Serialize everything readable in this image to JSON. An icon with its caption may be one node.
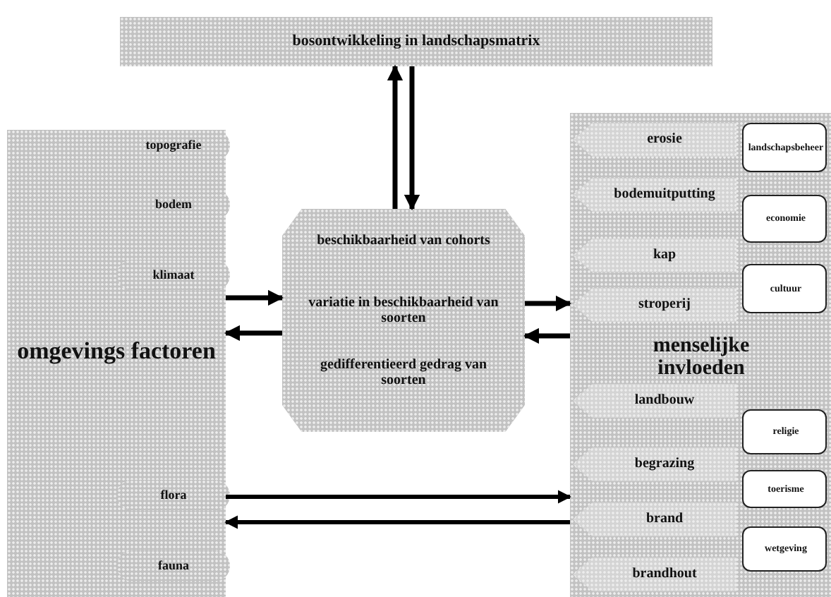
{
  "diagram": {
    "nodes": [
      {
        "text": [
          "bosontwikkeling in landschapsmatrix"
        ]
      },
      {
        "text": [
          "omgevings factoren"
        ]
      },
      {
        "text": [
          "topografie"
        ],
        "in": 1
      },
      {
        "text": [
          "bodem"
        ],
        "in": 1
      },
      {
        "text": [
          "klimaat"
        ],
        "in": 1
      },
      {
        "text": [
          "flora"
        ],
        "in": 1
      },
      {
        "text": [
          "fauna"
        ],
        "in": 1
      },
      {
        "text": [
          "beschikbaarheid van cohorts",
          "variatie in beschikbaarheid van soorten",
          "gedifferentieerd gedrag van soorten"
        ]
      },
      {
        "text": [
          "menselijke invloeden"
        ]
      },
      {
        "text": [
          "erosie"
        ],
        "in": 8
      },
      {
        "text": [
          "bodemuitputting"
        ],
        "in": 8
      },
      {
        "text": [
          "kap"
        ],
        "in": 8
      },
      {
        "text": [
          "stroperij"
        ],
        "in": 8
      },
      {
        "text": [
          "landbouw"
        ],
        "in": 8
      },
      {
        "text": [
          "begrazing"
        ],
        "in": 8
      },
      {
        "text": [
          "brand"
        ],
        "in": 8
      },
      {
        "text": [
          "brandhout"
        ],
        "in": 8
      },
      {
        "text": [
          "landschapsbeheer"
        ],
        "in": 8
      },
      {
        "text": [
          "economie"
        ],
        "in": 8
      },
      {
        "text": [
          "cultuur"
        ],
        "in": 8
      },
      {
        "text": [
          "religie"
        ],
        "in": 8
      },
      {
        "text": [
          "toerisme"
        ],
        "in": 8
      },
      {
        "text": [
          "wetgeving"
        ],
        "in": 8
      }
    ],
    "edges": [
      {
        "from": 7,
        "to": 0,
        "arrow": "to"
      },
      {
        "from": 0,
        "to": 7,
        "arrow": "to"
      },
      {
        "from": 1,
        "to": 7,
        "arrow": "to"
      },
      {
        "from": 7,
        "to": 1,
        "arrow": "to"
      },
      {
        "from": 7,
        "to": 8,
        "arrow": "to"
      },
      {
        "from": 8,
        "to": 7,
        "arrow": "to"
      },
      {
        "from": 1,
        "to": 8,
        "arrow": "to"
      },
      {
        "from": 8,
        "to": 1,
        "arrow": "to"
      }
    ]
  }
}
